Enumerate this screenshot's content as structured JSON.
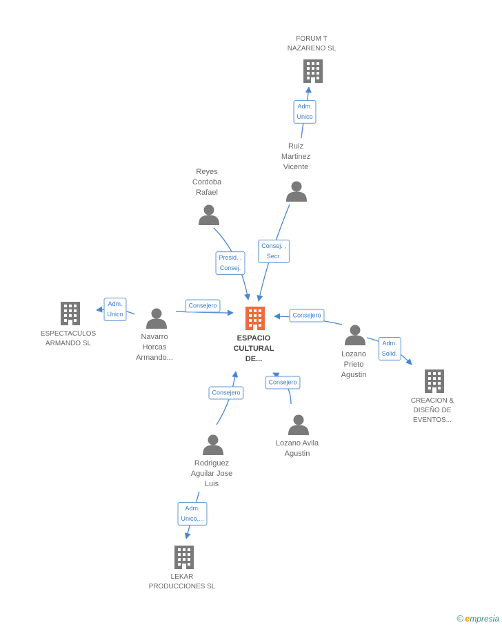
{
  "colors": {
    "center": "#f06a3c",
    "node": "#7a7a7a",
    "edge": "#4a86d0",
    "edge_label_text": "#3c7bc7"
  },
  "nodes": {
    "center": {
      "label": "ESPACIO\nCULTURAL\nDE..."
    },
    "forum": {
      "label": "FORUM T\nNAZARENO SL"
    },
    "ruiz": {
      "label": "Ruiz\nMartinez\nVicente"
    },
    "reyes": {
      "label": "Reyes\nCordoba\nRafael"
    },
    "espectaculos": {
      "label": "ESPECTACULOS\nARMANDO SL"
    },
    "navarro": {
      "label": "Navarro\nHorcas\nArmando..."
    },
    "lozano_prieto": {
      "label": "Lozano\nPrieto\nAgustin"
    },
    "creacion": {
      "label": "CREACION &\nDISEÑO DE\nEVENTOS..."
    },
    "lozano_avila": {
      "label": "Lozano Avila\nAgustin"
    },
    "rodriguez": {
      "label": "Rodriguez\nAguilar Jose\nLuis"
    },
    "lekar": {
      "label": "LEKAR\nPRODUCCIONES SL"
    }
  },
  "edges": {
    "ruiz_forum": "Adm.\nUnico",
    "reyes_center": "Presid. ,\nConsej.",
    "ruiz_center": "Consej. ,\nSecr.",
    "navarro_espectaculos": "Adm.\nUnico",
    "navarro_center": "Consejero",
    "lozano_prieto_center": "Consejero",
    "lozano_prieto_creacion": "Adm.\nSolid.",
    "rodriguez_center": "Consejero",
    "lozano_avila_center": "Consejero",
    "rodriguez_lekar": "Adm.\nUnico,..."
  },
  "brand": {
    "copyright": "©",
    "initial": "e",
    "rest": "mpresia"
  }
}
